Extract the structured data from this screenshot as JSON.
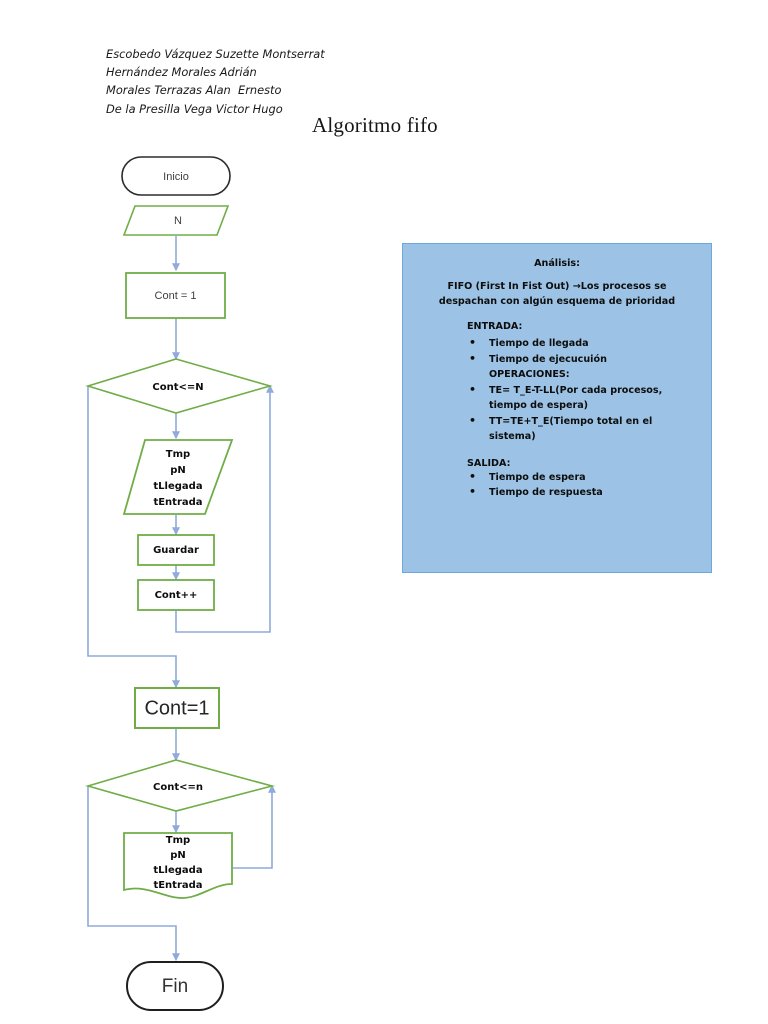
{
  "document": {
    "title": "Algoritmo fifo",
    "authors": [
      "Escobedo Vázquez Suzette Montserrat",
      "Hernández Morales Adrián",
      "Morales Terrazas Alan  Ernesto",
      "De la Presilla Vega Victor Hugo"
    ]
  },
  "colors": {
    "shape_green": "#70AD47",
    "connector_blue": "#8FAADC",
    "terminator_black": "#2b2b2b",
    "panel_fill": "#9CC3E5",
    "panel_border": "#6FA8DC"
  },
  "flowchart": {
    "nodes": {
      "start": {
        "label": "Inicio",
        "shape": "terminator"
      },
      "input_n": {
        "label": "N",
        "shape": "parallelogram-input"
      },
      "cont_init_1": {
        "label": "Cont = 1",
        "shape": "process"
      },
      "decision_1": {
        "label": "Cont<=N",
        "shape": "decision"
      },
      "io_1": {
        "shape": "parallelogram-input",
        "lines": [
          "Tmp",
          "pN",
          "tLlegada",
          "tEntrada"
        ]
      },
      "guardar": {
        "label": "Guardar",
        "shape": "process"
      },
      "cont_inc": {
        "label": "Cont++",
        "shape": "process"
      },
      "cont_reset_1": {
        "label": "Cont=1",
        "shape": "process"
      },
      "decision_2": {
        "label": "Cont<=n",
        "shape": "decision"
      },
      "io_2": {
        "shape": "document",
        "lines": [
          "Tmp",
          "pN",
          "tLlegada",
          "tEntrada"
        ]
      },
      "end": {
        "label": "Fin",
        "shape": "terminator"
      }
    }
  },
  "analysis": {
    "title": "Análisis:",
    "lead": "FIFO (First In Fist Out) →Los procesos se despachan con algún esquema de prioridad",
    "entrada_heading": "ENTRADA:",
    "entrada_items": [
      "Tiempo de llegada",
      "Tiempo de ejecucuión"
    ],
    "operaciones_heading": "OPERACIONES:",
    "operaciones_items": [
      "TE= T_E-T-LL(Por cada procesos, tiempo de espera)",
      "TT=TE+T_E(Tiempo total en el sistema)"
    ],
    "salida_heading": "SALIDA:",
    "salida_items": [
      "Tiempo de espera",
      "Tiempo de respuesta"
    ]
  }
}
